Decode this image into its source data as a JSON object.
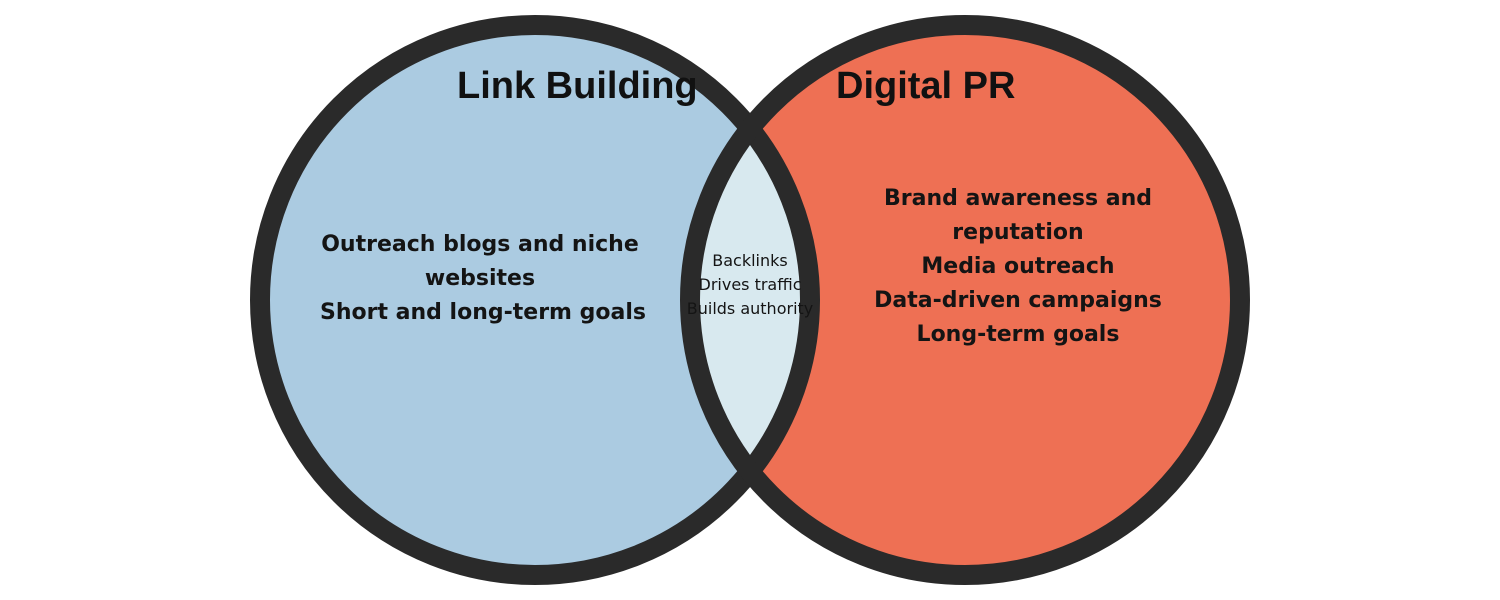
{
  "colors": {
    "left_fill": "#abcbe1",
    "right_fill": "#ee7054",
    "overlap_fill": "#d8e9ef",
    "outline": "#2a2a2a"
  },
  "left": {
    "title": "Link Building",
    "items": [
      "Outreach blogs and niche",
      "websites",
      "Short and long-term goals"
    ]
  },
  "right": {
    "title": "Digital PR",
    "items": [
      "Brand awareness and",
      "reputation",
      "Media outreach",
      "Data-driven campaigns",
      "Long-term goals"
    ]
  },
  "overlap": {
    "items": [
      "Backlinks",
      "Drives traffic",
      "Builds authority"
    ]
  }
}
